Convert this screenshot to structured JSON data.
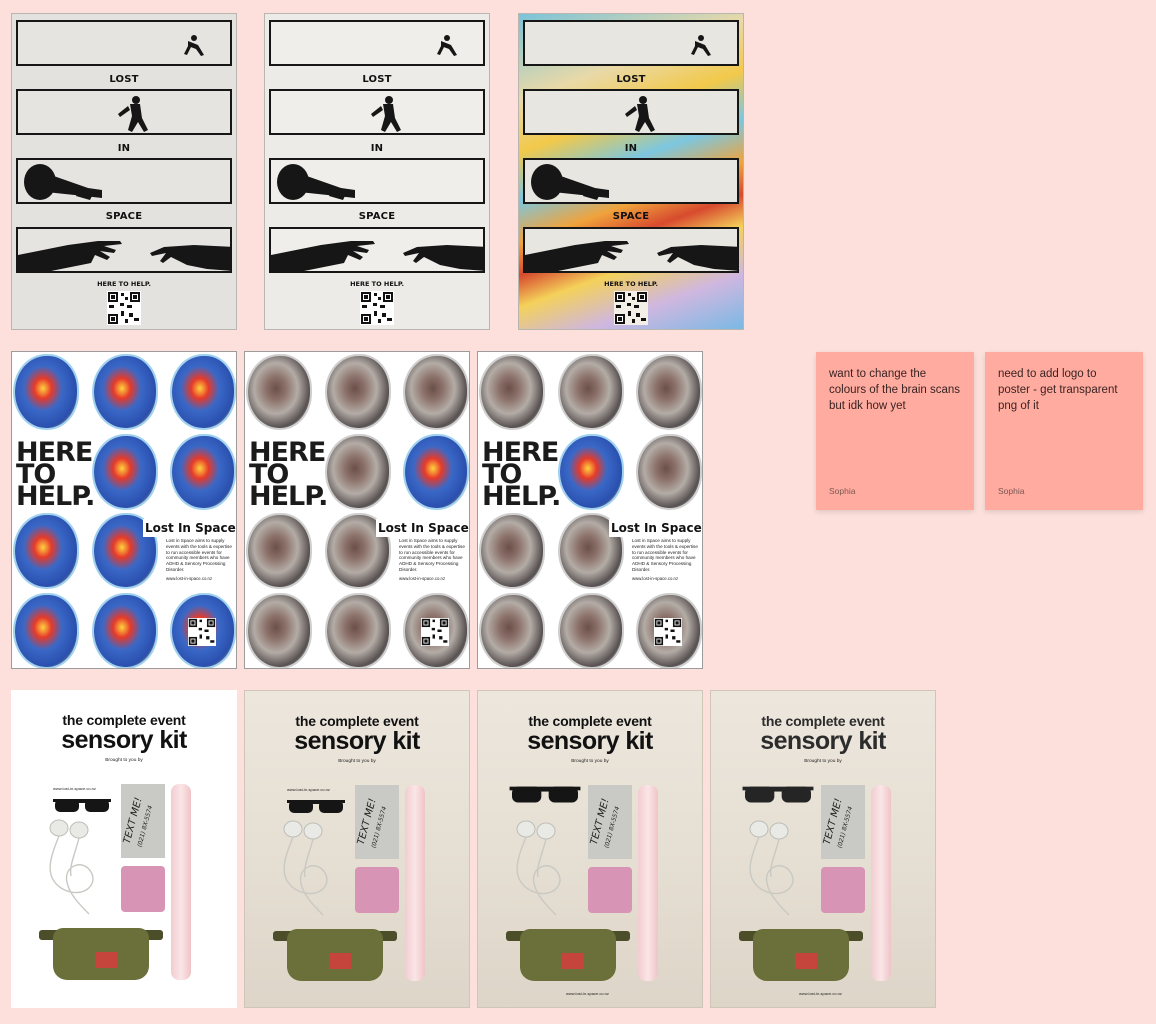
{
  "canvas": {
    "background": "#fde0dc"
  },
  "lost_in_space_posters": {
    "word_lost": "LOST",
    "word_in": "IN",
    "word_space": "SPACE",
    "tagline": "HERE TO HELP."
  },
  "brain_posters": {
    "headline": [
      "HERE",
      "TO",
      "HELP."
    ],
    "brand": "Lost In Space",
    "brand_mark": "®",
    "blurb": "Lost in Space aims to supply events with the tools & expertise to run accessible events for community members who have ADHD & Sensory Processing Disorder.",
    "url": "www.lost-in-space.co.nz"
  },
  "kit_posters": {
    "title_line1": "the complete event",
    "title_line2": "sensory kit",
    "brought_by": "Brought to you by",
    "url": "www.lost-in-space.co.nz",
    "card_text": "TEXT ME!",
    "card_sub": "(021) 8X-5574"
  },
  "sticky_notes": [
    {
      "text": "want to change the colours of the brain scans but idk how yet",
      "author": "Sophia",
      "color": "#ffaba0"
    },
    {
      "text": "need to add logo to poster - get transparent png of it",
      "author": "Sophia",
      "color": "#ffaba0"
    }
  ],
  "colors": {
    "sticky": "#ffaba0",
    "ink": "#161616",
    "scan_colour": "#2a4fae",
    "scan_grey": "#8a7068"
  }
}
